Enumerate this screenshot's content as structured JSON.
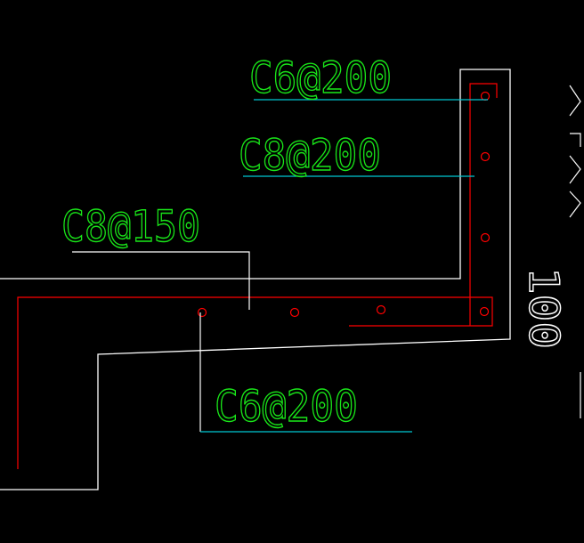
{
  "colors": {
    "background": "#000000",
    "outline": "#ffffff",
    "rebar": "#ff0000",
    "leader": "#00c8d2",
    "label": "#19e619",
    "dimension": "#ffffff"
  },
  "labels": {
    "top_rebar_vertical": "C6@200",
    "mid_rebar_vertical": "C8@200",
    "slab_top_rebar": "C8@150",
    "slab_distribution_rebar": "C6@200"
  },
  "dimension": {
    "value": "100"
  }
}
